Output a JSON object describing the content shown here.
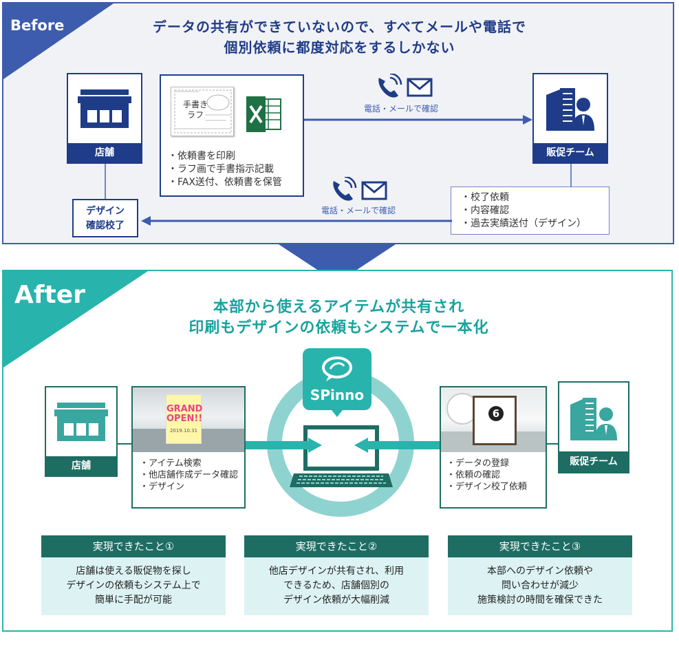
{
  "before": {
    "label": "Before",
    "title_line1": "データの共有ができていないので、すべてメールや電話で",
    "title_line2": "個別依頼に都度対応をするしかない",
    "store_label": "店舗",
    "sales_label": "販促チーム",
    "rough_text": "手書き\nラフ",
    "center_list": [
      "・依頼書を印刷",
      "・ラフ画で手書指示記載",
      "・FAX送付、依頼書を保管"
    ],
    "contact_top": "電話・メールで確認",
    "contact_bottom": "電話・メールで確認",
    "right_list": [
      "・校了依頼",
      "・内容確認",
      "・過去実績送付（デザイン）"
    ],
    "design_done_line1": "デザイン",
    "design_done_line2": "確認校了"
  },
  "after": {
    "label": "After",
    "title_line1": "本部から使えるアイテムが共有され",
    "title_line2": "印刷もデザインの依頼もシステムで一本化",
    "logo_text": "SPinno",
    "store_label": "店舗",
    "sales_label": "販促チーム",
    "poster_line1": "GRAND",
    "poster_line2": "OPEN!!",
    "poster_date": "2019.10.31",
    "sign_text": "6",
    "left_list": [
      "・アイテム検索",
      "・他店舗作成データ確認",
      "・デザイン"
    ],
    "right_list": [
      "・データの登録",
      "・依頼の確認",
      "・デザイン校了依頼"
    ],
    "results": [
      {
        "title": "実現できたこと①",
        "body": [
          "店舗は使える販促物を探し",
          "デザインの依頼もシステム上で",
          "簡単に手配が可能"
        ]
      },
      {
        "title": "実現できたこと②",
        "body": [
          "他店デザインが共有され、利用",
          "できるため、店舗個別の",
          "デザイン依頼が大幅削減"
        ]
      },
      {
        "title": "実現できたこと③",
        "body": [
          "本部へのデザイン依頼や",
          "問い合わせが減少",
          "施策検討の時間を確保できた"
        ]
      }
    ]
  },
  "colors": {
    "before_accent": "#3d5cae",
    "before_navy": "#1f3c88",
    "after_teal": "#29b3ad",
    "after_dark": "#1e6d63",
    "result_bg": "#ddf3f3",
    "excel_green": "#1e7145"
  },
  "icons": [
    "store-icon",
    "building-person-icon",
    "excel-icon",
    "phone-icon",
    "mail-icon",
    "laptop-icon",
    "speech-bubble-icon",
    "arrow-icon"
  ]
}
